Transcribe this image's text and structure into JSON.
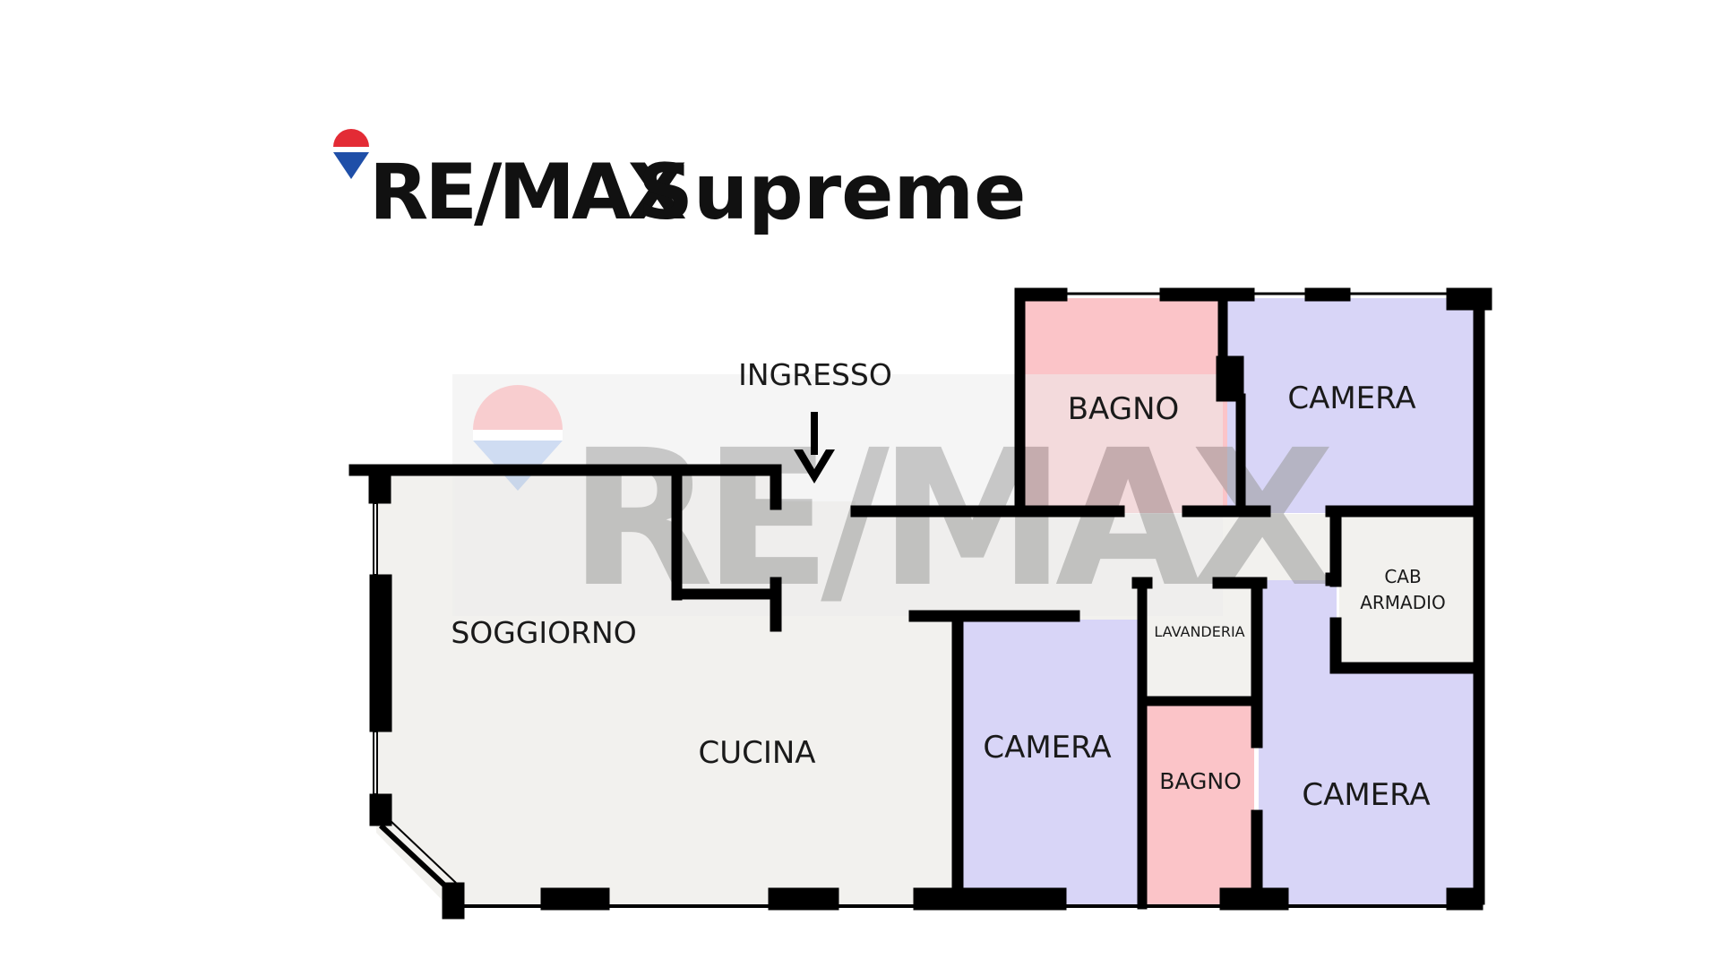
{
  "brand": {
    "name": "RE/MAX",
    "office": "Supreme",
    "watermark": "RE/MAX",
    "colors": {
      "red": "#e32b35",
      "blue": "#1f4fa8",
      "text": "#111111"
    }
  },
  "entrance": {
    "label": "INGRESSO",
    "icon": "arrow-down-icon"
  },
  "rooms": {
    "soggiorno": "SOGGIORNO",
    "cucina": "CUCINA",
    "bagno_top": "BAGNO",
    "camera_top": "CAMERA",
    "cab_armadio_line1": "CAB",
    "cab_armadio_line2": "ARMADIO",
    "lavanderia": "LAVANDERIA",
    "camera_mid": "CAMERA",
    "bagno_small": "BAGNO",
    "camera_right": "CAMERA"
  },
  "room_colors": {
    "living": "#f2f1ee",
    "bedroom": "#d8d5f7",
    "bathroom": "#fbc4c8",
    "utility": "#f2f1ee",
    "walls": "#000000"
  }
}
